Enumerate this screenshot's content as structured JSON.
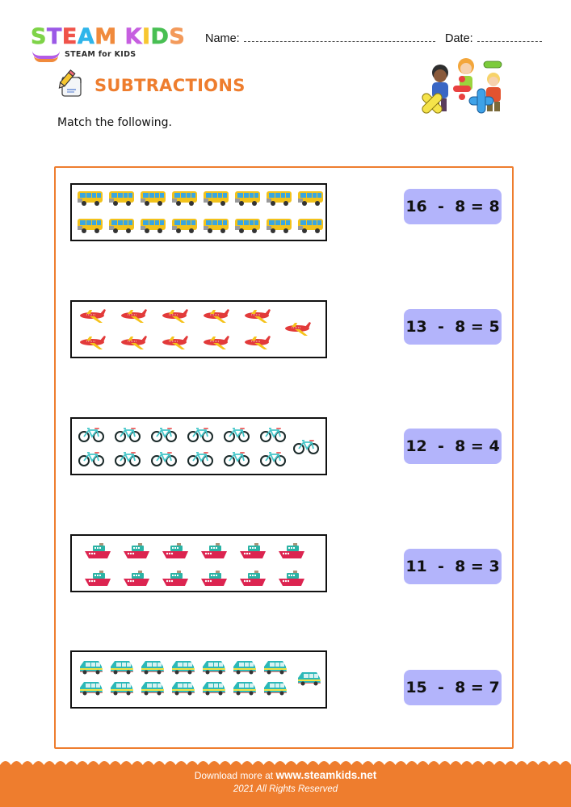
{
  "header": {
    "logo": {
      "letters": [
        {
          "char": "S",
          "color": "#7ed348"
        },
        {
          "char": "T",
          "color": "#9b59e6"
        },
        {
          "char": "E",
          "color": "#f0534a"
        },
        {
          "char": "A",
          "color": "#2fb5ea"
        },
        {
          "char": "M",
          "color": "#f08a3c"
        },
        {
          "char": " ",
          "color": "#ffffff"
        },
        {
          "char": "K",
          "color": "#c65fe0"
        },
        {
          "char": "I",
          "color": "#f7c630"
        },
        {
          "char": "D",
          "color": "#48bf53"
        },
        {
          "char": "S",
          "color": "#f39a5b"
        }
      ],
      "subtitle": "STEAM for KIDS"
    },
    "name_label": "Name:",
    "date_label": "Date:"
  },
  "worksheet": {
    "title": "SUBTRACTIONS",
    "instruction": "Match the following.",
    "accent_color": "#ee7d2e"
  },
  "rows": [
    {
      "vehicle": "bus",
      "count": 16
    },
    {
      "vehicle": "airplane",
      "count": 11
    },
    {
      "vehicle": "bicycle",
      "count": 13
    },
    {
      "vehicle": "ship",
      "count": 12
    },
    {
      "vehicle": "car",
      "count": 15
    }
  ],
  "equations": [
    {
      "text": "16  -  8 = 8"
    },
    {
      "text": "13  -  8 = 5"
    },
    {
      "text": "12  -  8 = 4"
    },
    {
      "text": "11  -  8 = 3"
    },
    {
      "text": "15  -  8 = 7"
    }
  ],
  "footer": {
    "download_prefix": "Download more at ",
    "website": "www.steamkids.net",
    "copyright": "2021 All Rights Reserved"
  }
}
